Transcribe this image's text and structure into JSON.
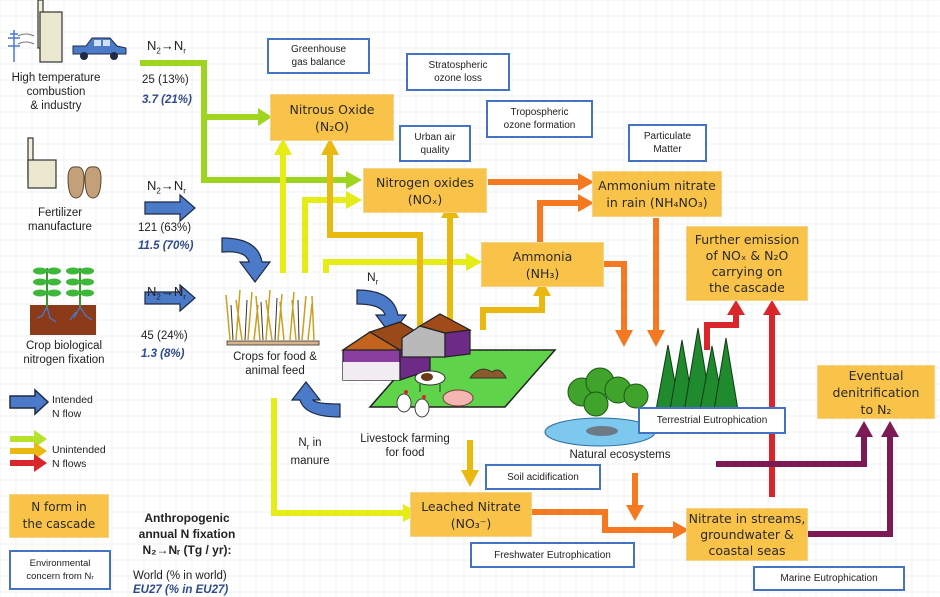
{
  "sources": [
    {
      "label_lines": [
        "High  temperature",
        "combustion",
        "& industry"
      ],
      "equation": "N₂→Nᵣ",
      "world": "25 (13%)",
      "eu27": "3.7  (21%)",
      "arrow_color": "#9fd41f"
    },
    {
      "label_lines": [
        "Fertilizer",
        "manufacture"
      ],
      "equation": "N₂→Nᵣ",
      "world": "121 (63%)",
      "eu27": "11.5 (70%)",
      "arrow_color": "#4a7ac8"
    },
    {
      "label_lines": [
        "Crop  biological",
        "nitrogen fixation"
      ],
      "equation": "N₂→Nᵣ",
      "world": "45 (24%)",
      "eu27": "1.3 (8%)",
      "arrow_color": "#4a7ac8"
    }
  ],
  "legend": {
    "intended": [
      "Intended",
      "N  flow"
    ],
    "unintended": [
      "Unintended",
      "N  flows"
    ],
    "nform": [
      "N form in",
      "the cascade"
    ],
    "concern": [
      "Environmental",
      "concern from Nᵣ"
    ],
    "colors": {
      "intended": "#4a7ac8",
      "unintended": [
        "#b7e22a",
        "#e9b910",
        "#d8262a"
      ],
      "nform": "#f9c349",
      "concern_border": "#4472c4"
    }
  },
  "footnote": {
    "title_lines": [
      "Anthropogenic",
      "annual N fixation",
      "N₂→Nᵣ (Tg / yr):"
    ],
    "world": "World (% in world)",
    "eu27": "EU27 (% in EU27)"
  },
  "nforms": {
    "nitrous_oxide": [
      "Nitrous Oxide",
      "(N₂O)"
    ],
    "nitrogen_oxides": [
      "Nitrogen oxides",
      "(NOₓ)"
    ],
    "ammonium_nitrate": [
      "Ammonium nitrate",
      "in rain (NH₄NO₃)"
    ],
    "ammonia": [
      "Ammonia",
      "(NH₃)"
    ],
    "further_emission": [
      "Further emission",
      "of NOₓ & N₂O",
      "carrying on",
      "the cascade"
    ],
    "eventual_denitrification": [
      "Eventual",
      "denitrification",
      "to N₂"
    ],
    "leached_nitrate": [
      "Leached Nitrate",
      "(NO₃⁻)"
    ],
    "nitrate_streams": [
      "Nitrate in streams,",
      "groundwater &",
      "coastal seas"
    ]
  },
  "concerns": {
    "greenhouse": [
      "Greenhouse",
      "gas balance"
    ],
    "stratospheric": [
      "Stratospheric",
      "ozone  loss"
    ],
    "tropospheric": [
      "Tropospheric",
      "ozone  formation"
    ],
    "urban_air": [
      "Urban air",
      "quality"
    ],
    "particulate": [
      "Particulate",
      "Matter"
    ],
    "terrestrial": [
      "Terrestrial Eutrophication"
    ],
    "soil": [
      "Soil acidification"
    ],
    "freshwater": [
      "Freshwater Eutrophication"
    ],
    "marine": [
      "Marine  Eutrophication"
    ]
  },
  "hubs": {
    "crops": [
      "Crops for food &",
      "animal feed"
    ],
    "livestock": [
      "Livestock farming",
      "for food"
    ],
    "nr_label": "Nᵣ",
    "manure": [
      "Nᵣ in",
      "manure"
    ],
    "natural": "Natural ecosystems"
  },
  "flow_colors": {
    "lime": "#b7e22a",
    "yellow": "#e6ec16",
    "gold": "#e9b910",
    "orange": "#f47920",
    "red": "#d8262a",
    "purple": "#7d1a55",
    "blue": "#4a7ac8"
  }
}
